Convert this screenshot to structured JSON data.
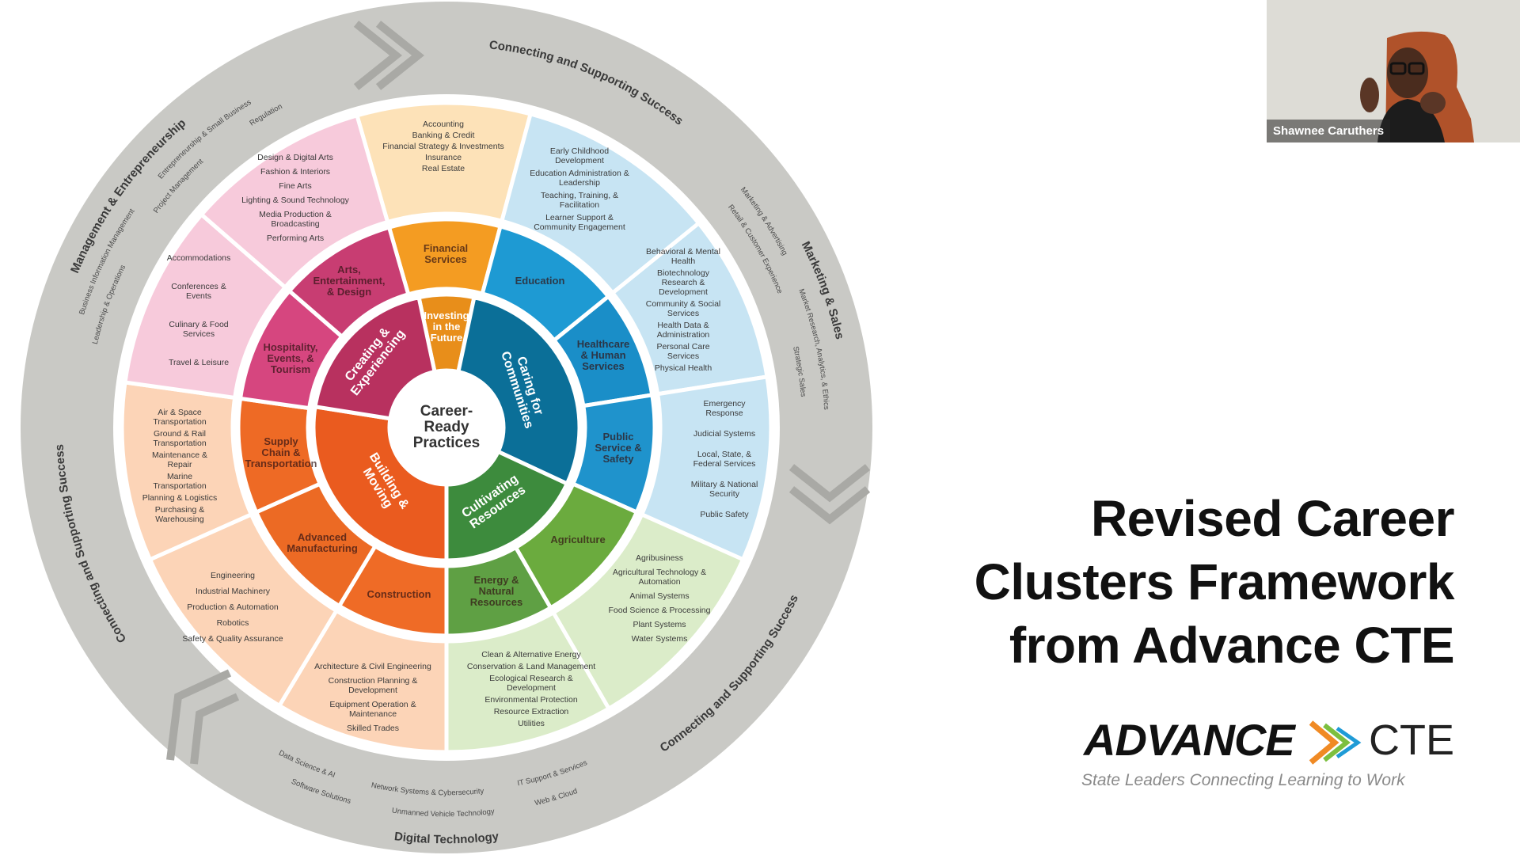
{
  "slide": {
    "title_lines": [
      "Revised Career",
      "Clusters Framework",
      "from Advance CTE"
    ],
    "logo": {
      "word": "ADVANCE",
      "suffix": "CTE",
      "tagline": "State Leaders Connecting Learning to Work"
    }
  },
  "video_tile": {
    "participant_name": "Shawnee Caruthers"
  },
  "framework": {
    "core": "Career-\nReady\nPractices",
    "themes": [
      {
        "label": "Investing\nin the\nFuture",
        "color": "#e88e1a"
      },
      {
        "label": "Caring for\nCommunities",
        "color": "#0b6f98"
      },
      {
        "label": "Cultivating\nResources",
        "color": "#3d8b3d"
      },
      {
        "label": "Building &\nMoving",
        "color": "#ea5b1f"
      },
      {
        "label": "Creating &\nExperiencing",
        "color": "#b8315f"
      }
    ],
    "clusters": [
      {
        "label": "Financial\nServices",
        "color": "#f49c22",
        "pale": "#fde2b8",
        "pathways": [
          "Accounting",
          "Banking & Credit",
          "Financial Strategy & Investments",
          "Insurance",
          "Real Estate"
        ]
      },
      {
        "label": "Education",
        "color": "#1e9ad3",
        "pale": "#c7e4f3",
        "pathways": [
          "Early Childhood Development",
          "Education Administration & Leadership",
          "Teaching, Training, & Facilitation",
          "Learner Support & Community Engagement"
        ]
      },
      {
        "label": "Healthcare\n& Human\nServices",
        "color": "#1a8ec8",
        "pale": "#c7e4f3",
        "pathways": [
          "Behavioral & Mental Health",
          "Biotechnology Research & Development",
          "Community & Social Services",
          "Health Data & Administration",
          "Personal Care Services",
          "Physical Health"
        ]
      },
      {
        "label": "Public\nService &\nSafety",
        "color": "#1f93cc",
        "pale": "#c7e4f3",
        "pathways": [
          "Emergency Response",
          "Judicial Systems",
          "Local, State, & Federal Services",
          "Military & National Security",
          "Public Safety"
        ]
      },
      {
        "label": "Agriculture",
        "color": "#6bab3e",
        "pale": "#dbecc9",
        "pathways": [
          "Agribusiness",
          "Agricultural Technology & Automation",
          "Animal Systems",
          "Food Science & Processing",
          "Plant Systems",
          "Water Systems"
        ]
      },
      {
        "label": "Energy &\nNatural\nResources",
        "color": "#5fa044",
        "pale": "#dbecc9",
        "pathways": [
          "Clean & Alternative Energy",
          "Conservation & Land Management",
          "Ecological Research & Development",
          "Environmental Protection",
          "Resource Extraction",
          "Utilities"
        ]
      },
      {
        "label": "Construction",
        "color": "#ef6b26",
        "pale": "#fcd4b7",
        "pathways": [
          "Architecture & Civil Engineering",
          "Construction Planning & Development",
          "Equipment Operation & Maintenance",
          "Skilled Trades"
        ]
      },
      {
        "label": "Advanced\nManufacturing",
        "color": "#ec6a24",
        "pale": "#fcd4b7",
        "pathways": [
          "Engineering",
          "Industrial Machinery",
          "Production & Automation",
          "Robotics",
          "Safety & Quality Assurance"
        ]
      },
      {
        "label": "Supply\nChain &\nTransportation",
        "color": "#ee6a25",
        "pale": "#fcd4b7",
        "pathways": [
          "Air & Space Transportation",
          "Ground & Rail Transportation",
          "Maintenance & Repair",
          "Marine Transportation",
          "Planning & Logistics",
          "Purchasing & Warehousing"
        ]
      },
      {
        "label": "Hospitality,\nEvents, &\nTourism",
        "color": "#d6467f",
        "pale": "#f7cadb",
        "pathways": [
          "Accommodations",
          "Conferences & Events",
          "Culinary & Food Services",
          "Travel & Leisure"
        ]
      },
      {
        "label": "Arts,\nEntertainment,\n& Design",
        "color": "#c83d72",
        "pale": "#f7cadb",
        "pathways": [
          "Design & Digital Arts",
          "Fashion & Interiors",
          "Fine Arts",
          "Lighting & Sound Technology",
          "Media Production & Broadcasting",
          "Performing Arts"
        ]
      }
    ],
    "outer_ring": {
      "connecting_label": "Connecting and Supporting Success",
      "color": "#c9c9c5",
      "groups": [
        {
          "label": "Management & Entrepreneurship",
          "items": [
            "Business Information Management",
            "Leadership & Operations",
            "Entrepreneurship & Small Business",
            "Project Management",
            "Regulation"
          ]
        },
        {
          "label": "Marketing & Sales",
          "items": [
            "Marketing & Advertising",
            "Retail & Customer Experience",
            "Market Research, Analytics, & Ethics",
            "Strategic Sales"
          ]
        },
        {
          "label": "Digital Technology",
          "items": [
            "Data Science & AI",
            "Software Solutions",
            "Network Systems & Cybersecurity",
            "Unmanned Vehicle Technology",
            "IT Support & Services",
            "Web & Cloud"
          ]
        }
      ]
    }
  }
}
